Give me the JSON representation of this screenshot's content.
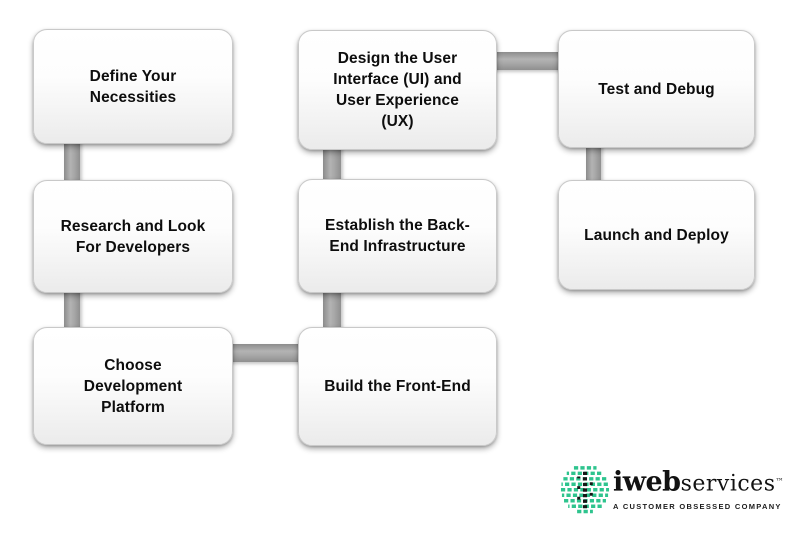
{
  "diagram": {
    "description": "App development process flowchart",
    "nodes": [
      {
        "id": "define",
        "label": "Define Your\nNecessities"
      },
      {
        "id": "design",
        "label": "Design the User\nInterface (UI) and\nUser Experience\n(UX)"
      },
      {
        "id": "test",
        "label": "Test and Debug"
      },
      {
        "id": "research",
        "label": "Research and Look\nFor Developers"
      },
      {
        "id": "establish",
        "label": "Establish the Back-\nEnd Infrastructure"
      },
      {
        "id": "launch",
        "label": "Launch and Deploy"
      },
      {
        "id": "choose",
        "label": "Choose\nDevelopment\nPlatform"
      },
      {
        "id": "build",
        "label": "Build the Front-End"
      }
    ],
    "connections": [
      {
        "from": "define",
        "to": "research"
      },
      {
        "from": "research",
        "to": "choose"
      },
      {
        "from": "choose",
        "to": "build"
      },
      {
        "from": "build",
        "to": "establish"
      },
      {
        "from": "establish",
        "to": "design"
      },
      {
        "from": "design",
        "to": "test"
      },
      {
        "from": "test",
        "to": "launch"
      }
    ]
  },
  "logo": {
    "brand_bold": "iweb",
    "brand_regular": "services",
    "trademark": "™",
    "tagline": "A CUSTOMER OBSESSED COMPANY"
  },
  "colors": {
    "brand_green": "#2ec48e",
    "icon_dark": "#151515",
    "connector_gray": "#a6a6a6",
    "node_text": "#0d0d0d"
  }
}
